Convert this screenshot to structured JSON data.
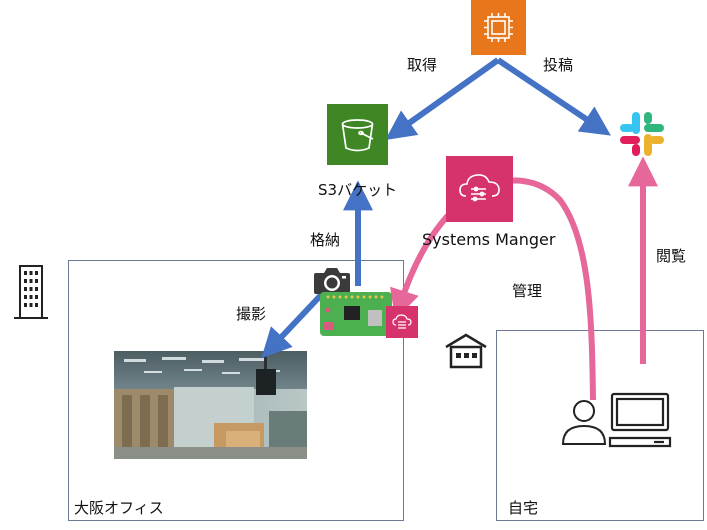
{
  "nodes": {
    "ec2": {
      "icon": "ec2-instance-icon"
    },
    "s3": {
      "label": "S3バケット",
      "icon": "s3-bucket-icon"
    },
    "ssm": {
      "label": "Systems Manger",
      "icon": "systems-manager-icon"
    },
    "slack": {
      "icon": "slack-logo-icon"
    },
    "office": {
      "label": "大阪オフィス",
      "icon": "office-building-icon"
    },
    "home": {
      "label": "自宅",
      "icon": "house-icon"
    },
    "camera": {
      "icon": "camera-icon"
    },
    "device": {
      "icon": "raspberry-pi-board-icon"
    },
    "user": {
      "icon": "user-icon"
    },
    "computer": {
      "icon": "computer-icon"
    }
  },
  "edges": {
    "get": "取得",
    "post": "投稿",
    "store": "格納",
    "capture": "撮影",
    "manage": "管理",
    "view": "閲覧"
  },
  "colors": {
    "blue_arrow": "#4472c4",
    "pink_arrow": "#e6679a",
    "ec2": "#e8761a",
    "s3": "#3f8624",
    "ssm": "#d6336c"
  }
}
